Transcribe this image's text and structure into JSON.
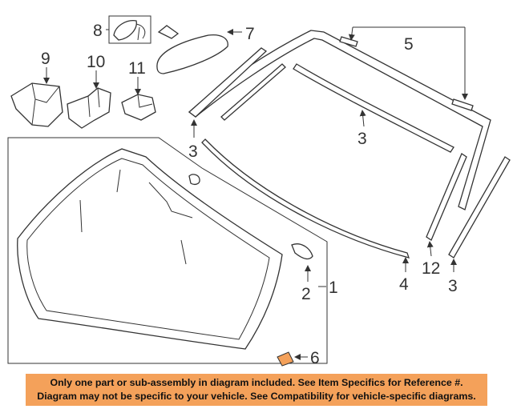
{
  "callouts": {
    "c1": "1",
    "c2": "2",
    "c3a": "3",
    "c3b": "3",
    "c3c": "3",
    "c4": "4",
    "c5": "5",
    "c6": "6",
    "c7": "7",
    "c8": "8",
    "c9": "9",
    "c10": "10",
    "c11": "11",
    "c12": "12"
  },
  "banner": {
    "line1": "Only one part or sub-assembly in diagram included. See Item Specifics for Reference #.",
    "line2": "Diagram may not be specific to your vehicle. See Compatibility for vehicle-specific diagrams."
  },
  "colors": {
    "banner_bg": "#f4a15a",
    "line": "#333333"
  }
}
